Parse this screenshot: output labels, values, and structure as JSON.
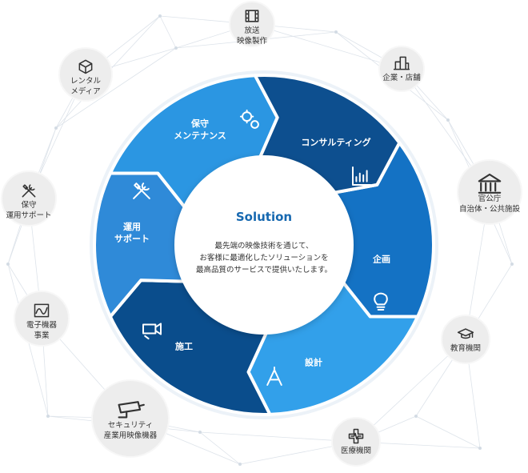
{
  "center": {
    "title": "Solution",
    "lines": [
      "最先端の映像技術を通じて、",
      "お客様に最適化したソリューションを",
      "最高品質のサービスで提供いたします。"
    ]
  },
  "segments": [
    {
      "key": "consulting",
      "lines": [
        "コンサルティング"
      ],
      "icon": "bar-chart-icon"
    },
    {
      "key": "planning",
      "lines": [
        "企画"
      ],
      "icon": "lightbulb-icon"
    },
    {
      "key": "design",
      "lines": [
        "設計"
      ],
      "icon": "compass-icon"
    },
    {
      "key": "construction",
      "lines": [
        "施工"
      ],
      "icon": "camera-icon"
    },
    {
      "key": "operation",
      "lines": [
        "運用",
        "サポート"
      ],
      "icon": "tools-icon"
    },
    {
      "key": "maintenance",
      "lines": [
        "保守",
        "メンテナンス"
      ],
      "icon": "gears-icon"
    }
  ],
  "nodes": [
    {
      "key": "broadcast",
      "lines": [
        "放送",
        "映像製作"
      ],
      "icon": "film-icon"
    },
    {
      "key": "enterprise",
      "lines": [
        "企業・店舗"
      ],
      "icon": "buildings-icon"
    },
    {
      "key": "government",
      "lines": [
        "官公庁",
        "自治体・公共施設"
      ],
      "icon": "government-building-icon"
    },
    {
      "key": "education",
      "lines": [
        "教育機関"
      ],
      "icon": "graduation-cap-icon"
    },
    {
      "key": "medical",
      "lines": [
        "医療機関"
      ],
      "icon": "medical-cross-icon"
    },
    {
      "key": "security",
      "lines": [
        "セキュリティ",
        "産業用映像機器"
      ],
      "icon": "security-camera-icon"
    },
    {
      "key": "electronics",
      "lines": [
        "電子機器",
        "事業"
      ],
      "icon": "oscilloscope-icon"
    },
    {
      "key": "ops-support",
      "lines": [
        "保守",
        "運用サポート"
      ],
      "icon": "tools-icon"
    },
    {
      "key": "rental",
      "lines": [
        "レンタル",
        "メディア"
      ],
      "icon": "box-icon"
    }
  ],
  "colors": {
    "segments": [
      "#1472c4",
      "#32a0ea",
      "#0a4d8c",
      "#2f8ad8",
      "#2b96e2",
      "#0d4f8f"
    ],
    "node_circle": "#ededed",
    "node_icon": "#333333",
    "network_line": "#dde3ea",
    "center_title": "#1668b0"
  }
}
